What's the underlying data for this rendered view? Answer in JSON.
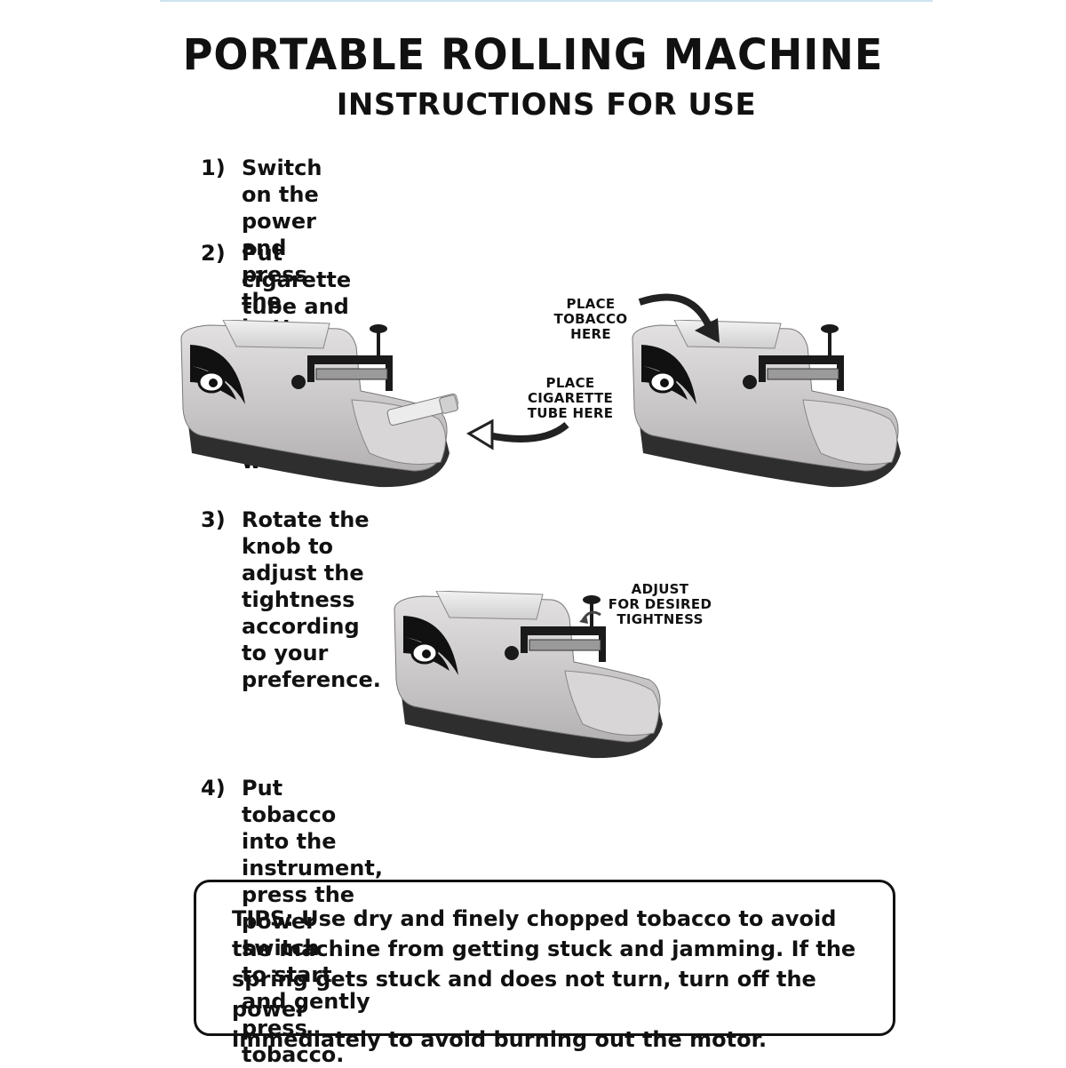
{
  "header": {
    "title": "PORTABLE ROLLING MACHINE",
    "subtitle": "INSTRUCTIONS FOR USE"
  },
  "steps": [
    {
      "number": "1)",
      "text": "Switch on the power and press the button to check\nthe machine is working."
    },
    {
      "number": "2)",
      "text": "Put cigarette tube and tobacco into the rolling machine."
    },
    {
      "number": "3)",
      "text": "Rotate the knob to adjust the tightness according\nto your preference."
    },
    {
      "number": "4)",
      "text": "Put tobacco into the instrument, press the power switch\nto start and gently press tobacco."
    }
  ],
  "callouts": {
    "place_tobacco": "PLACE\nTOBACCO\nHERE",
    "place_tube": "PLACE\nCIGARETTE\nTUBE HERE",
    "adjust": "ADJUST\nFOR DESIRED\nTIGHTNESS"
  },
  "tips": {
    "text": "TIPS: Use dry and finely chopped tobacco to avoid\nthe machine from getting stuck and jamming. If the\nspring gets stuck and does not turn, turn off the power\nimmediately to avoid burning out the motor."
  },
  "colors": {
    "machine_body": "#c9c6c7",
    "machine_shadow": "#3a3a3a",
    "text": "#111111",
    "top_rule": "#cfe3f0"
  }
}
